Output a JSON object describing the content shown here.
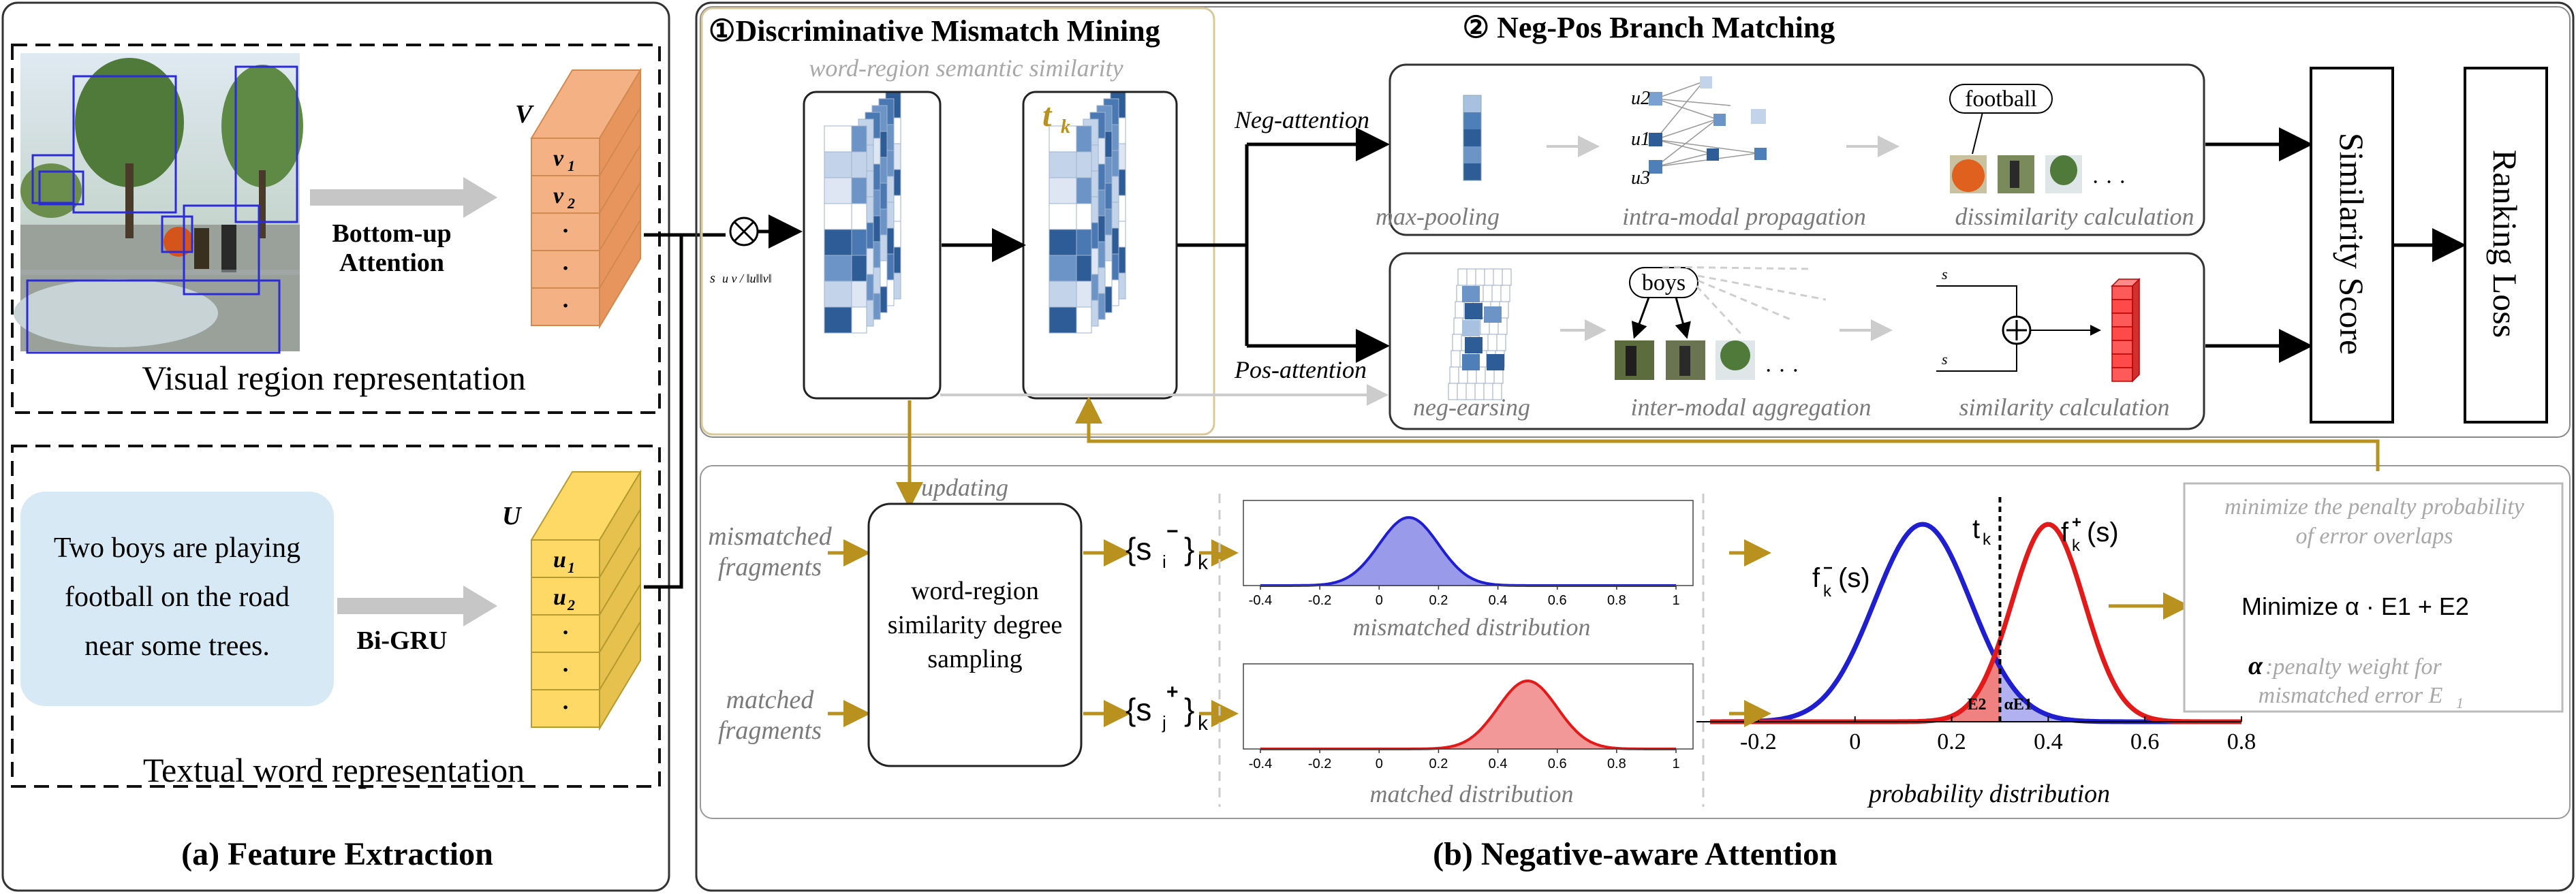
{
  "colors": {
    "gold": "#b8911f",
    "orange_cube": "#f4b183",
    "yellow_cube": "#ffd966",
    "blue_curve": "#1f1fd0",
    "red_curve": "#e21a1a",
    "text_bubble": "#d6e9f5",
    "matrix_dark": "#2e5c97",
    "matrix_mid": "#6d94c7",
    "matrix_light": "#c3d4ea"
  },
  "panel_a": {
    "visual_caption": "Visual region representation",
    "textual_caption": "Textual word representation",
    "bottom_up_line1": "Bottom-up",
    "bottom_up_line2": "Attention",
    "bigru": "Bi-GRU",
    "v_label": "V",
    "u_label": "U",
    "v1": "v",
    "v1_sub": "1",
    "v2": "v",
    "v2_sub": "2",
    "u1": "u",
    "u1_sub": "1",
    "u2": "u",
    "u2_sub": "2",
    "dot": "·",
    "sentence_lines": [
      "Two boys are playing",
      "football on the road",
      "near some trees."
    ],
    "title": "(a) Feature Extraction"
  },
  "panel_b": {
    "title": "(b) Negative-aware Attention",
    "dmm_title": "①Discriminative Mismatch Mining",
    "dmm_subtitle": "word-region semantic similarity",
    "tk": "t",
    "tk_sub": "k",
    "npbm_title": "② Neg-Pos Branch Matching",
    "neg_attention": "Neg-attention",
    "pos_attention": "Pos-attention",
    "max_pooling": "max-pooling",
    "intra_modal": "intra-modal propagation",
    "dissimilarity": "dissimilarity calculation",
    "neg_earsing": "neg-earsing",
    "inter_modal": "inter-modal aggregation",
    "similarity_calc": "similarity calculation",
    "football": "football",
    "boys": "boys",
    "ellipsis": "· · ·",
    "similarity_score": "Similarity  Score",
    "ranking_loss": "Ranking  Loss",
    "formula_s": "s",
    "formula_body": "u v / ‖u‖‖v‖",
    "node_u1": "u1",
    "node_u2": "u2",
    "node_u3": "u3",
    "sf": "s",
    "sr": "s",
    "updating": "updating",
    "mismatched_fragments": [
      "mismatched",
      "fragments"
    ],
    "matched_fragments": [
      "matched",
      "fragments"
    ],
    "sampling_lines": [
      "word-region",
      "similarity degree",
      "sampling"
    ],
    "set_minus": "{s",
    "set_minus_sub": "i",
    "set_minus_sup": "−",
    "set_minus_end": "}",
    "set_minus_k": "k",
    "set_plus": "{s",
    "set_plus_sub": "j",
    "set_plus_sup": "+",
    "set_plus_end": "}",
    "set_plus_k": "k",
    "mismatched_dist": "mismatched distribution",
    "matched_dist": "matched distribution",
    "prob_dist": "probability distribution",
    "f_minus": "f",
    "f_minus_sup": "−",
    "f_minus_sub": "k",
    "f_minus_arg": "(s)",
    "f_plus": "f",
    "f_plus_sup": "+",
    "f_plus_sub": "k",
    "f_plus_arg": "(s)",
    "tk_line": "t",
    "tk_line_sub": "k",
    "e2": "E",
    "e2_sub": "2",
    "ae1": "αE",
    "ae1_sub": "1",
    "min_penalty_lines": [
      "minimize the penalty probability",
      "of error overlaps"
    ],
    "minimize_formula": "Minimize  α · E1 + E2",
    "alpha_note_line1": ":penalty weight for",
    "alpha_symbol": "α",
    "alpha_note_line2": "mismatched error E",
    "alpha_note_line2_sub": "1"
  },
  "chart_data": [
    {
      "type": "area",
      "title": "mismatched distribution",
      "x_ticks": [
        "-0.4",
        "-0.2",
        "0",
        "0.2",
        "0.4",
        "0.6",
        "0.8",
        "1"
      ],
      "xlim": [
        -0.4,
        1
      ],
      "series": [
        {
          "mean": 0.1,
          "std": 0.1,
          "color": "#1f1fd0"
        }
      ]
    },
    {
      "type": "area",
      "title": "matched distribution",
      "x_ticks": [
        "-0.4",
        "-0.2",
        "0",
        "0.2",
        "0.4",
        "0.6",
        "0.8",
        "1"
      ],
      "xlim": [
        -0.4,
        1
      ],
      "series": [
        {
          "mean": 0.5,
          "std": 0.1,
          "color": "#e21a1a"
        }
      ]
    },
    {
      "type": "line",
      "title": "probability distribution",
      "x_ticks": [
        "-0.2",
        "0",
        "0.2",
        "0.4",
        "0.6",
        "0.8"
      ],
      "xlim": [
        -0.3,
        0.8
      ],
      "threshold": 0.3,
      "series": [
        {
          "mean": 0.14,
          "std": 0.1,
          "color": "#1f1fd0"
        },
        {
          "mean": 0.4,
          "std": 0.075,
          "color": "#e21a1a"
        }
      ]
    }
  ]
}
